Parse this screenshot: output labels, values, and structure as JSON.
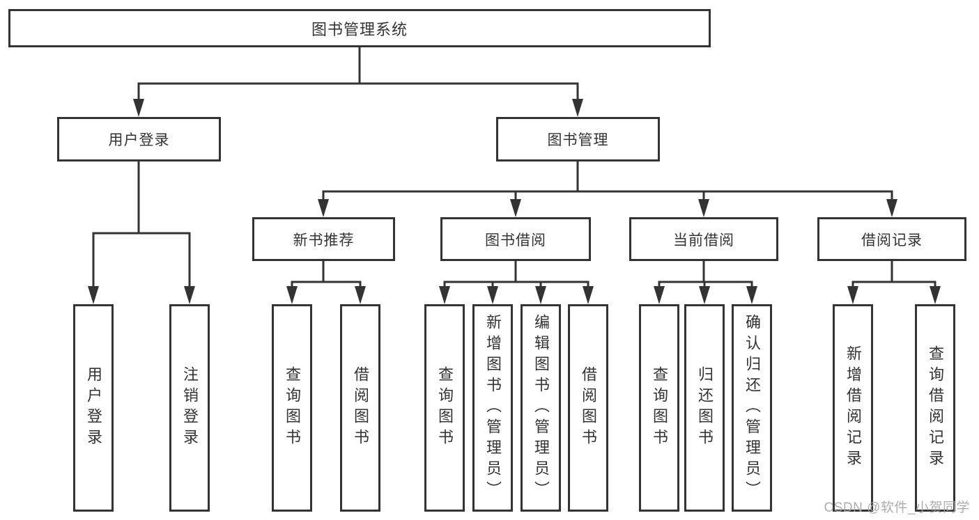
{
  "diagram": {
    "root": "图书管理系统",
    "level2": [
      "用户登录",
      "图书管理"
    ],
    "level3": [
      "新书推荐",
      "图书借阅",
      "当前借阅",
      "借阅记录"
    ],
    "leaves": {
      "user_login_children": [
        "用户登录",
        "注销登录"
      ],
      "new_book_children": [
        "查询图书",
        "借阅图书"
      ],
      "book_borrow_children": [
        "查询图书",
        "新增图书（管理员）",
        "编辑图书（管理员）",
        "借阅图书"
      ],
      "current_borrow_children": [
        "查询图书",
        "归还图书",
        "确认归还（管理员）"
      ],
      "borrow_record_children": [
        "新增借阅记录",
        "查询借阅记录"
      ]
    }
  },
  "watermark": {
    "text": "CSDN @软件_小贺同学"
  },
  "colors": {
    "line": "#333333",
    "text": "#333333",
    "box_background": "#ffffff",
    "watermark": "#a4a4a4"
  }
}
